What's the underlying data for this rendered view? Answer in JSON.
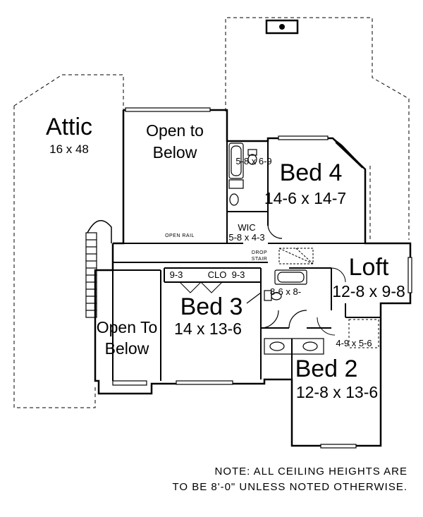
{
  "rooms": {
    "attic": {
      "name": "Attic",
      "dims": "16 x 48"
    },
    "open_to_below_top": {
      "line1": "Open to",
      "line2": "Below"
    },
    "bed4": {
      "name": "Bed 4",
      "dims": "14-6 x 14-7"
    },
    "bath_upper": {
      "dims": "5-8 x 6-9"
    },
    "wic": {
      "name": "WIC",
      "dims": "5-8 x 4-3"
    },
    "loft": {
      "name": "Loft",
      "dims": "12-8 x 9-8"
    },
    "bed3": {
      "name": "Bed 3",
      "dims": "14 x 13-6"
    },
    "clo": {
      "name": "CLO",
      "dim_a": "9-3",
      "dim_b": "9-3"
    },
    "bath_mid": {
      "dims": "8-6 x 8-"
    },
    "open_to_below_left": {
      "line1": "Open To",
      "line2": "Below"
    },
    "bed2": {
      "name": "Bed 2",
      "dims": "12-8 x 13-6"
    },
    "closet2": {
      "dims": "4-9 x 5-6"
    }
  },
  "annotations": {
    "open_rail": "OPEN RAIL",
    "drop_stair_1": "DROP",
    "drop_stair_2": "STAIR"
  },
  "note": {
    "line1": "NOTE:  ALL CEILING HEIGHTS ARE",
    "line2": "TO BE 8'-0\" UNLESS NOTED OTHERWISE."
  },
  "colors": {
    "ink": "#000000",
    "paper": "#ffffff"
  }
}
